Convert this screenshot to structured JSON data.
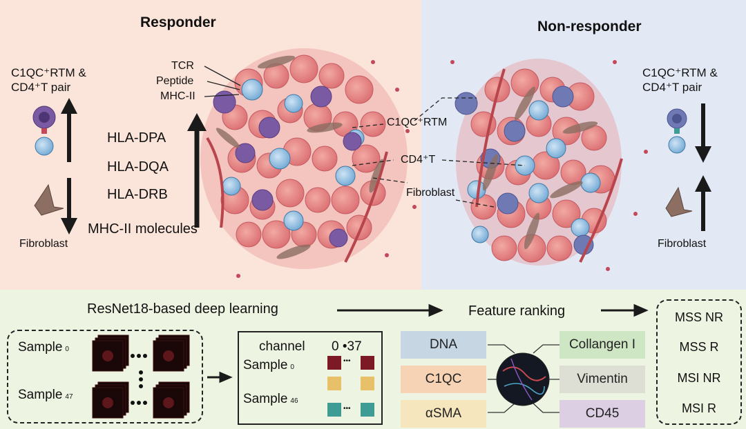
{
  "colors": {
    "responder_bg": "#fbe4d9",
    "nonresponder_bg": "#e3e9f4",
    "bottom_bg": "#eef4e2",
    "dna": "#c6d6e2",
    "c1qc": "#f6d3b4",
    "asma": "#f6e6bd",
    "collagen": "#cfe6c5",
    "vimentin": "#dddfd4",
    "cd45": "#dccfe3",
    "dark_red": "#7b1a25",
    "gold": "#e8c06a",
    "teal": "#3f9c94"
  },
  "responder": {
    "title": "Responder",
    "pair_label_1": "C1QC⁺RTM &",
    "pair_label_2": "CD4⁺T pair",
    "fibroblast": "Fibroblast",
    "tcr": "TCR",
    "peptide": "Peptide",
    "mhc": "MHC-II",
    "hla": [
      "HLA-DPA",
      "HLA-DQA",
      "HLA-DRB"
    ],
    "mhc_molecules": "MHC-II molecules"
  },
  "center_labels": {
    "c1qc_rtm": "C1QC⁺RTM",
    "cd4t": "CD4⁺T",
    "fibroblast": "Fibroblast"
  },
  "nonresponder": {
    "title": "Non-responder",
    "pair_label_1": "C1QC⁺RTM &",
    "pair_label_2": "CD4⁺T pair",
    "fibroblast": "Fibroblast"
  },
  "bottom": {
    "resnet": "ResNet18-based deep learning",
    "ranking": "Feature ranking",
    "sample_word": "Sample",
    "sample_0_sub": "0",
    "sample_47_sub": "47",
    "sample_46_sub": "46",
    "dots": "•••",
    "channel": "channel",
    "channel_range": "0 •37",
    "features_left": [
      "DNA",
      "C1QC",
      "αSMA"
    ],
    "features_right": [
      "Collangen I",
      "Vimentin",
      "CD45"
    ],
    "classes": [
      "MSS NR",
      "MSS R",
      "MSI NR",
      "MSI R"
    ]
  }
}
